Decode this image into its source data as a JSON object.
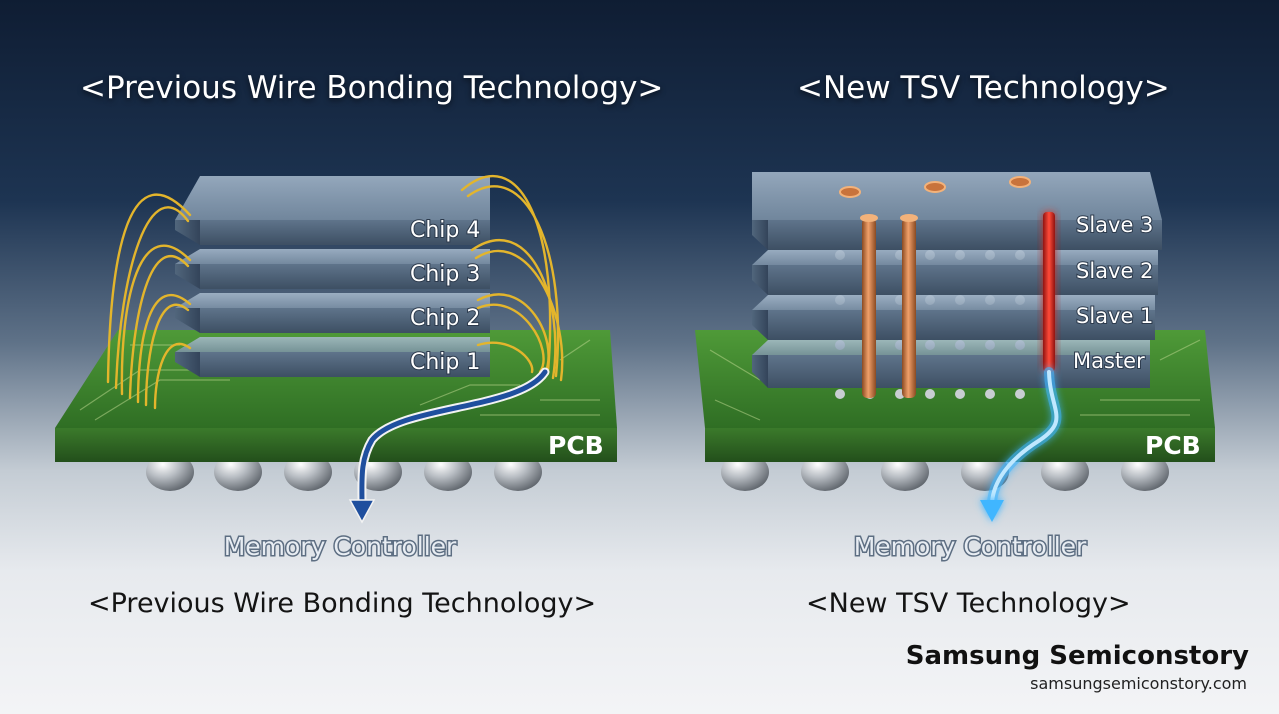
{
  "left_panel": {
    "top_title": "<Previous Wire Bonding Technology>",
    "bottom_title": "<Previous Wire Bonding Technology>",
    "chips": [
      "Chip 4",
      "Chip 3",
      "Chip 2",
      "Chip 1"
    ],
    "board_label": "PCB",
    "destination_label": "Memory Controller"
  },
  "right_panel": {
    "top_title": "<New TSV Technology>",
    "bottom_title": "<New TSV Technology>",
    "chips": [
      "Slave 3",
      "Slave 2",
      "Slave 1",
      "Master"
    ],
    "board_label": "PCB",
    "destination_label": "Memory Controller"
  },
  "branding": {
    "name": "Samsung Semiconstory",
    "url": "samsungsemiconstory.com"
  },
  "colors": {
    "pcb_green": "#3d7a2c",
    "gold_wire": "#e3b52c",
    "copper_tsv": "#c8733c",
    "red_tsv": "#e02b20",
    "blue_signal": "#3fb6ff",
    "navy_signal": "#1f4f9e"
  }
}
